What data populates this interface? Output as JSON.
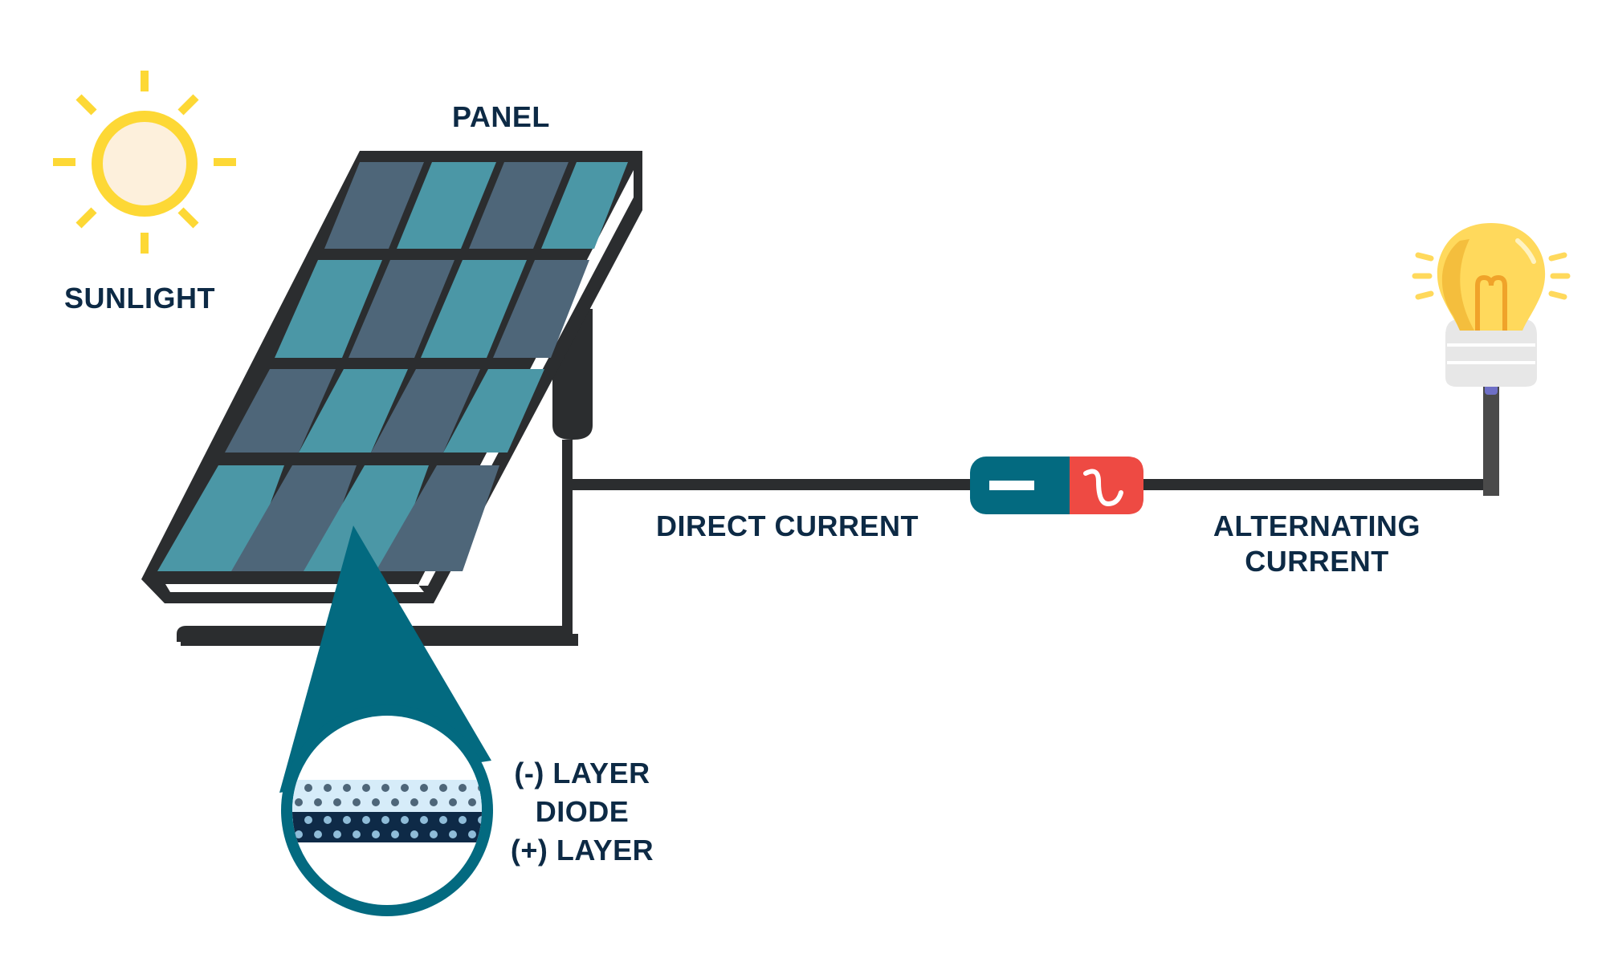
{
  "labels": {
    "sunlight": "SUNLIGHT",
    "panel": "PANEL",
    "direct_current": "DIRECT CURRENT",
    "alternating_current_line1": "ALTERNATING",
    "alternating_current_line2": "CURRENT",
    "negative_layer": "(-) LAYER",
    "diode": "DIODE",
    "positive_layer": "(+) LAYER"
  },
  "icons": {
    "sun": "sun-icon",
    "panel": "solar-panel-icon",
    "inverter": "inverter-icon",
    "bulb": "light-bulb-icon",
    "magnifier": "cell-magnifier-icon"
  },
  "colors": {
    "text": "#0d2a45",
    "wire": "#2b2d2f",
    "sun_ring": "#fdd835",
    "sun_core": "#fdf0dc",
    "cell_dark": "#4e6679",
    "cell_light": "#4b97a6",
    "teal": "#036a80",
    "red": "#ee4a43",
    "bulb": "#ffd95c",
    "layer_light": "#d6ecf9",
    "layer_dark": "#0e2a47"
  }
}
